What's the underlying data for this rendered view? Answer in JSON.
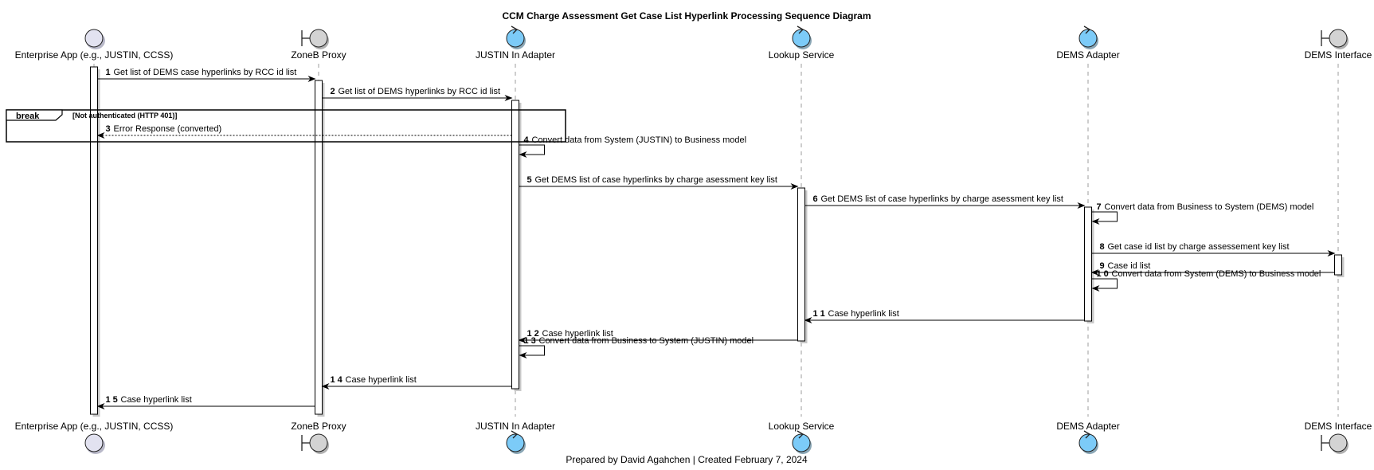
{
  "title": "CCM Charge Assessment Get Case List Hyperlink Processing Sequence Diagram",
  "footer": "Prepared by David Agahchen | Created February 7, 2024",
  "colors": {
    "control": "#7ccbf8",
    "boundary": "#d3d3d3",
    "actor": "#e2e2f0",
    "line": "#000000",
    "lifeline": "#9e9e9e"
  },
  "participants": [
    {
      "id": "ent",
      "name": "Enterprise App (e.g., JUSTIN, CCSS)",
      "icon": "actor-icon"
    },
    {
      "id": "zoneb",
      "name": "ZoneB Proxy",
      "icon": "boundary-icon"
    },
    {
      "id": "justin",
      "name": "JUSTIN In Adapter",
      "icon": "control-icon"
    },
    {
      "id": "lookup",
      "name": "Lookup Service",
      "icon": "control-icon"
    },
    {
      "id": "dems",
      "name": "DEMS Adapter",
      "icon": "control-icon"
    },
    {
      "id": "demsi",
      "name": "DEMS Interface",
      "icon": "boundary-icon"
    }
  ],
  "break_fragment": {
    "label": "break",
    "guard": "[Not authenticated (HTTP 401)]"
  },
  "messages": [
    {
      "num": "1",
      "text": "Get list of DEMS case hyperlinks by RCC id list",
      "from": "ent",
      "to": "zoneb",
      "style": "solid"
    },
    {
      "num": "2",
      "text": "Get list of DEMS hyperlinks by RCC id list",
      "from": "zoneb",
      "to": "justin",
      "style": "solid"
    },
    {
      "num": "3",
      "text": "Error Response (converted)",
      "from": "justin",
      "to": "ent",
      "style": "dotted"
    },
    {
      "num": "4",
      "text": "Convert data from System (JUSTIN) to Business model",
      "from": "justin",
      "to": "justin",
      "style": "self"
    },
    {
      "num": "5",
      "text": "Get DEMS list of case hyperlinks by charge asessment key list",
      "from": "justin",
      "to": "lookup",
      "style": "solid"
    },
    {
      "num": "6",
      "text": "Get DEMS list of case hyperlinks by charge asessment key list",
      "from": "lookup",
      "to": "dems",
      "style": "solid"
    },
    {
      "num": "7",
      "text": "Convert data from Business to System (DEMS) model",
      "from": "dems",
      "to": "dems",
      "style": "self"
    },
    {
      "num": "8",
      "text": "Get case id list by charge assessement key list",
      "from": "dems",
      "to": "demsi",
      "style": "solid"
    },
    {
      "num": "9",
      "text": "Case id list",
      "from": "demsi",
      "to": "dems",
      "style": "solid"
    },
    {
      "num": "1 0",
      "text": "Convert data from System (DEMS) to Business model",
      "from": "dems",
      "to": "dems",
      "style": "self"
    },
    {
      "num": "1 1",
      "text": "Case hyperlink list",
      "from": "dems",
      "to": "lookup",
      "style": "solid"
    },
    {
      "num": "1 2",
      "text": "Case hyperlink list",
      "from": "lookup",
      "to": "justin",
      "style": "solid"
    },
    {
      "num": "1 3",
      "text": "Convert data from Business to System (JUSTIN) model",
      "from": "justin",
      "to": "justin",
      "style": "self"
    },
    {
      "num": "1 4",
      "text": "Case hyperlink list",
      "from": "justin",
      "to": "zoneb",
      "style": "solid"
    },
    {
      "num": "1 5",
      "text": "Case hyperlink list",
      "from": "zoneb",
      "to": "ent",
      "style": "solid"
    }
  ]
}
